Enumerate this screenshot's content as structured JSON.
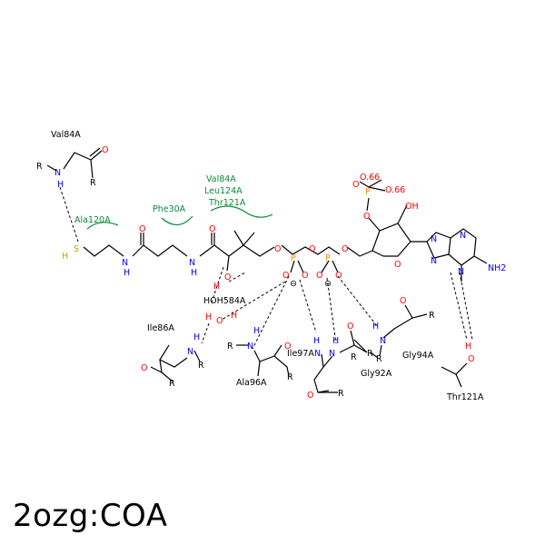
{
  "title": "2ozg:COA",
  "colors": {
    "carbon": "#000000",
    "oxygen": "#ff0000",
    "nitrogen": "#0000ff",
    "phosphorus": "#ff8c00",
    "sulfur": "#c8a000",
    "hydrophobic": "#0a8a3a",
    "background": "#ffffff"
  },
  "residues": {
    "val84_top": "Val84A",
    "ala120": "Ala120A",
    "phe30": "Phe30A",
    "val84": "Val84A",
    "leu124": "Leu124A",
    "thr121": "Thr121A",
    "hoh584": "HOH584A",
    "ile86": "Ile86A",
    "ala96": "Ala96A",
    "ile97": "Ile97A",
    "gly92": "Gly92A",
    "gly94": "Gly94A",
    "thr121_bottom": "Thr121A"
  },
  "atoms": {
    "n": "N",
    "h": "H",
    "o": "O",
    "s": "S",
    "p": "P",
    "r": "R",
    "nh2": "NH2",
    "oh": "OH",
    "minus": "⊖",
    "dot_o": ".O",
    "o_minus_66": "O.66",
    "p_o": "PO",
    "r_n": "RN"
  }
}
